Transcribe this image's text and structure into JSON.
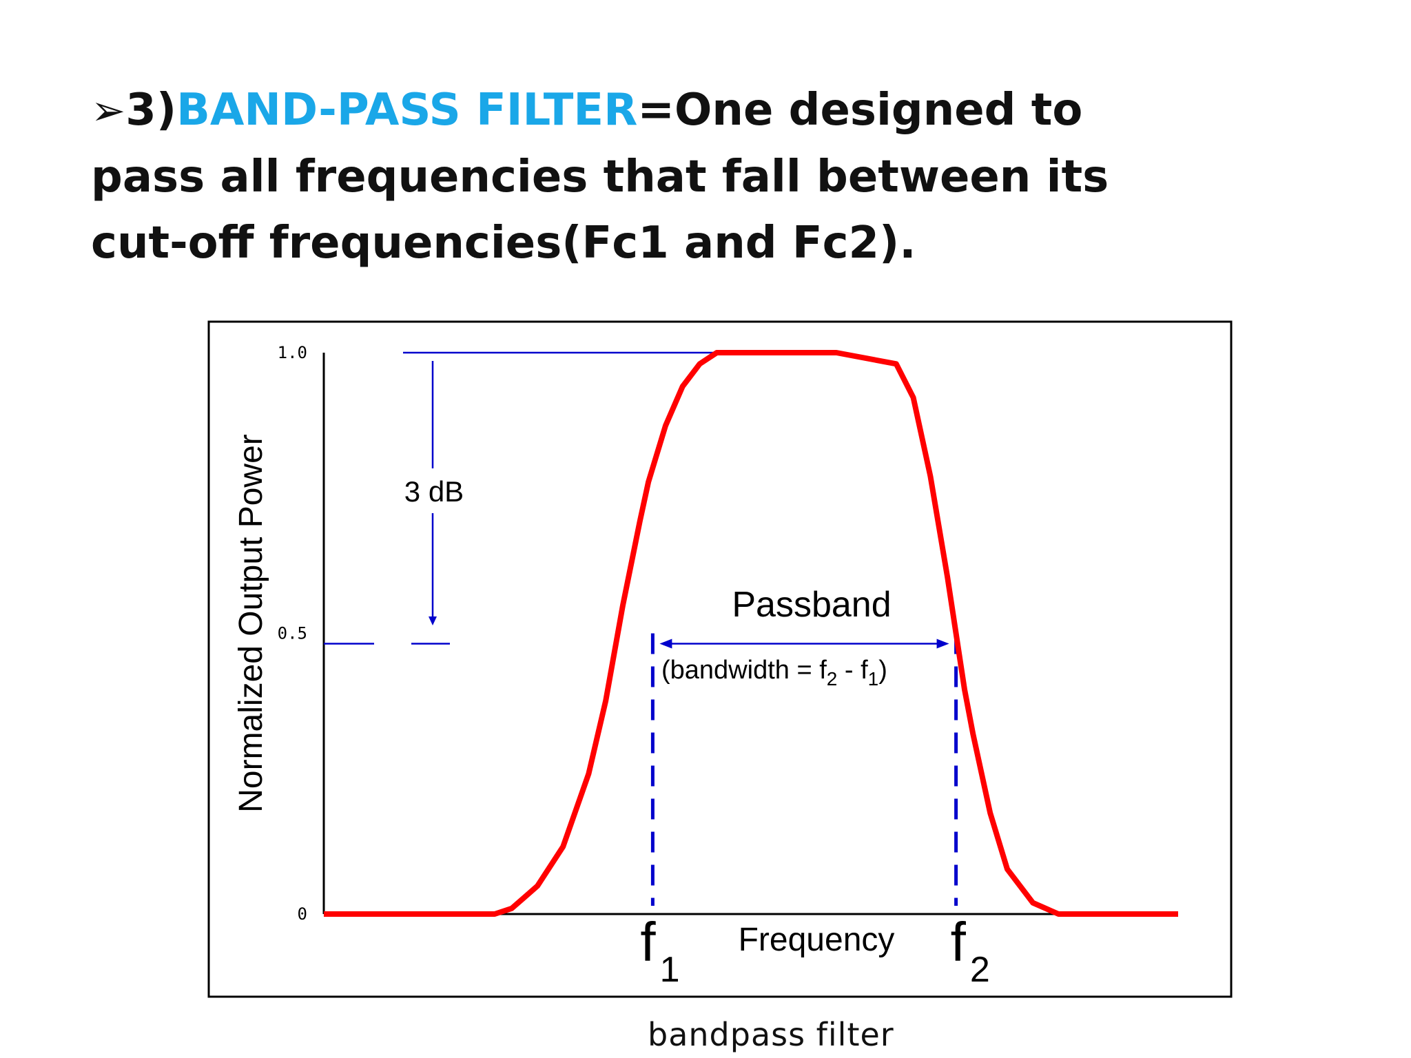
{
  "slide": {
    "bullet": "➢",
    "number": "3)",
    "term": "BAND-PASS FILTER",
    "definition": "=One designed to pass all frequencies that fall between its cut-off frequencies(Fc1 and Fc2).",
    "caption": "bandpass filter"
  },
  "colors": {
    "accent": "#1aa7e8",
    "curve": "#ff0000",
    "annotation": "#0000cc",
    "text": "#111111"
  },
  "chart_data": {
    "type": "line",
    "ylabel": "Normalized Output Power",
    "xlabel": "Frequency",
    "yticks": [
      "1.0",
      "0.5",
      "0"
    ],
    "ylim": [
      0,
      1
    ],
    "xlim": [
      0,
      1
    ],
    "grid": false,
    "series": [
      {
        "x": [
          0.0,
          0.2,
          0.22,
          0.25,
          0.28,
          0.31,
          0.33,
          0.35,
          0.37,
          0.38,
          0.4,
          0.42,
          0.44,
          0.46,
          0.48,
          0.5,
          0.55,
          0.6,
          0.67,
          0.69,
          0.71,
          0.73,
          0.74,
          0.75,
          0.76,
          0.78,
          0.8,
          0.83,
          0.86,
          0.9,
          1.0
        ],
        "y": [
          0.0,
          0.0,
          0.01,
          0.05,
          0.12,
          0.25,
          0.38,
          0.55,
          0.7,
          0.77,
          0.87,
          0.94,
          0.98,
          1.0,
          1.0,
          1.0,
          1.0,
          1.0,
          0.98,
          0.92,
          0.78,
          0.6,
          0.5,
          0.4,
          0.32,
          0.18,
          0.08,
          0.02,
          0.0,
          0.0,
          0.0
        ]
      }
    ],
    "annotations": {
      "db_label": "3 dB",
      "passband_label": "Passband",
      "bandwidth_text": "(bandwidth = f",
      "bandwidth_sub2": "2",
      "bandwidth_minus": " - f",
      "bandwidth_sub1": "1",
      "bandwidth_close": ")",
      "f1_main": "f",
      "f1_sub": "1",
      "f2_main": "f",
      "f2_sub": "2",
      "f1_x": 0.385,
      "f2_x": 0.74
    }
  }
}
